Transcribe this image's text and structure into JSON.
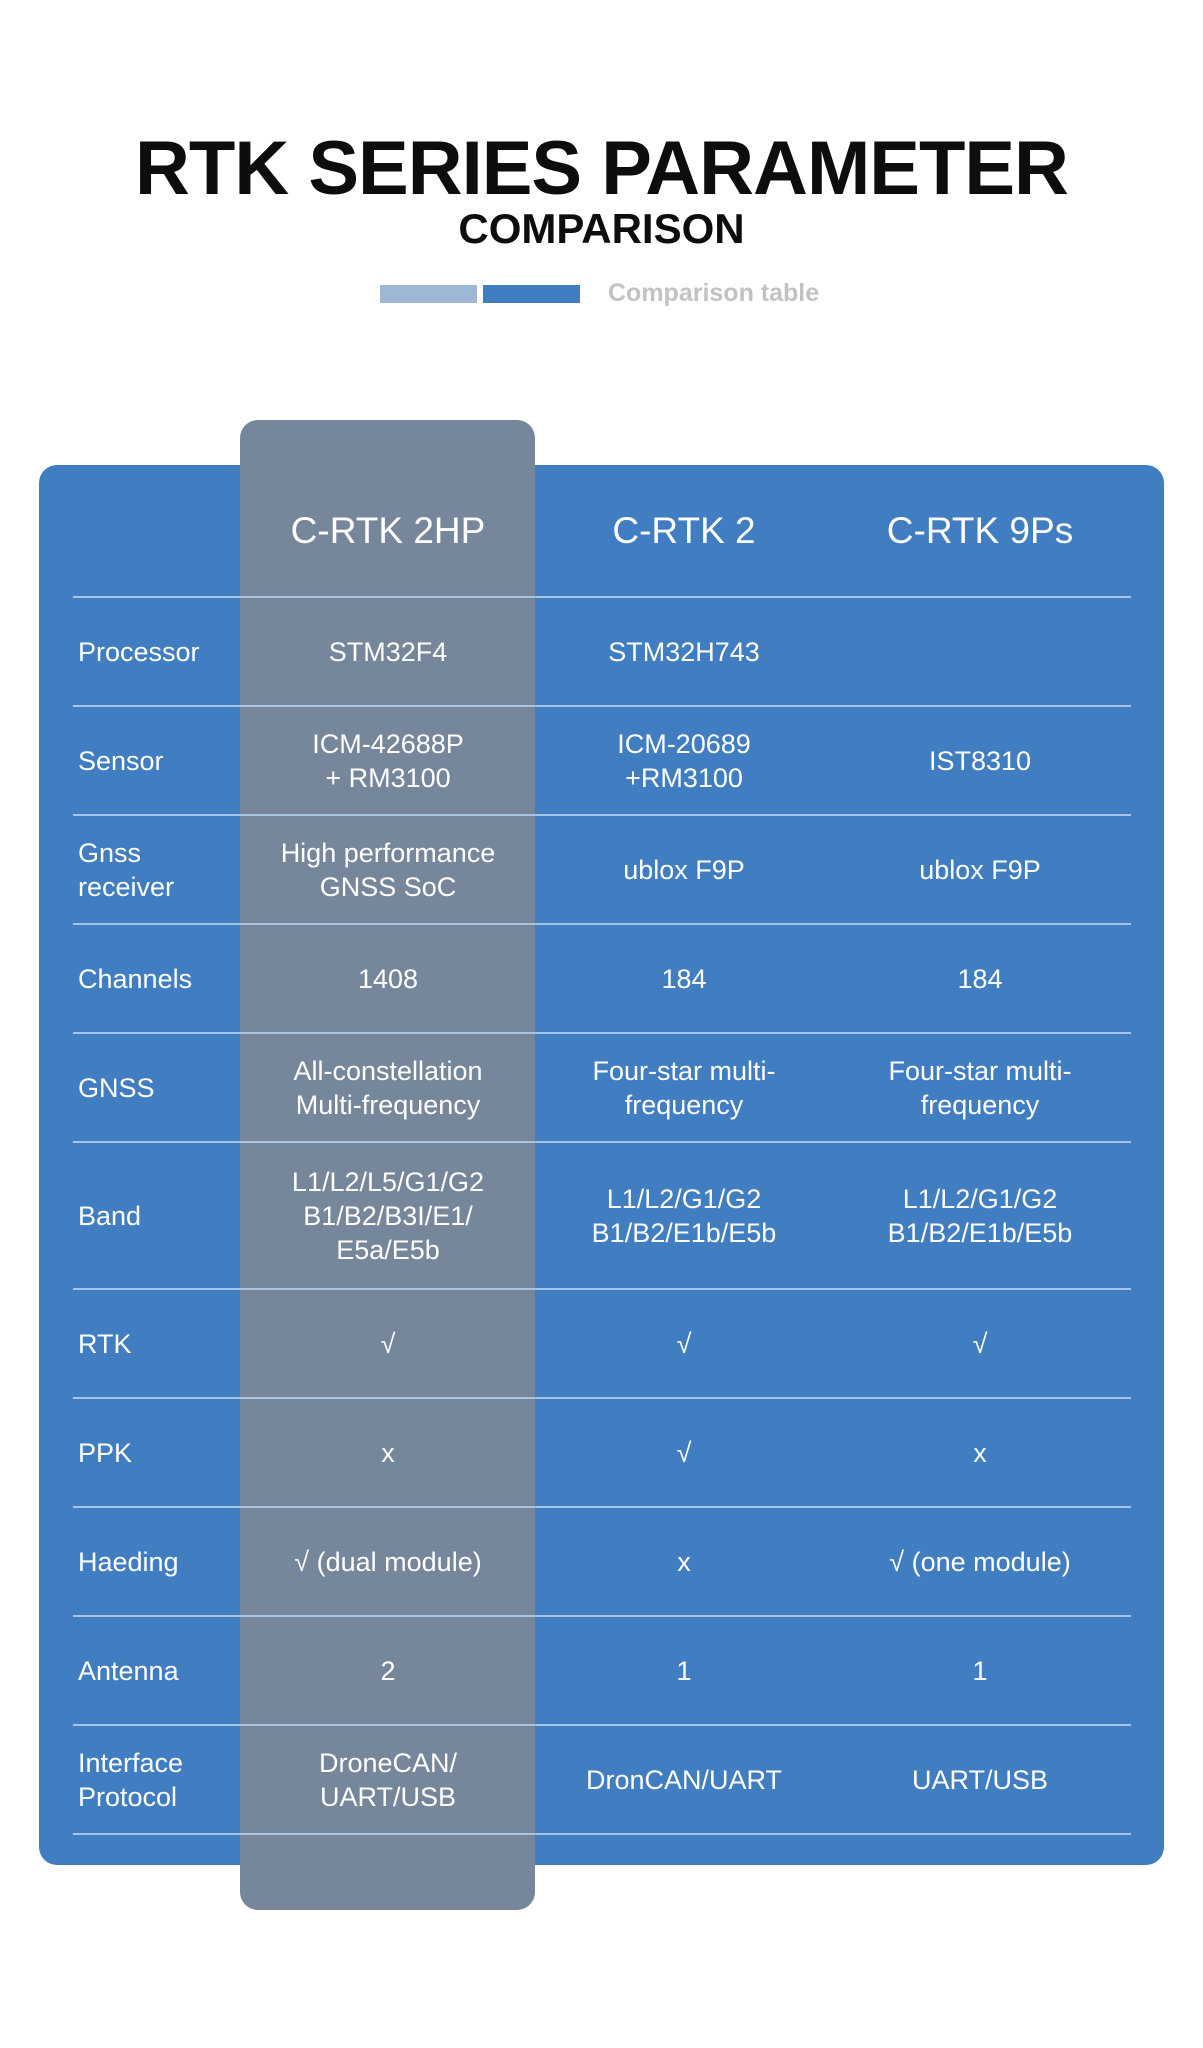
{
  "header": {
    "title": "RTK SERIES PARAMETER",
    "subtitle": "COMPARISON",
    "caption": "Comparison table"
  },
  "colors": {
    "panel_blue": "#417dc1",
    "highlight_gray": "#76869b",
    "bar_light": "#9db8d6",
    "bar_dark": "#417dc1",
    "divider": "#a9c3e3",
    "caption_gray": "#c2c2c2"
  },
  "table": {
    "columns": [
      "C-RTK 2HP",
      "C-RTK 2",
      "C-RTK 9Ps"
    ],
    "highlighted_column": 0,
    "rows": [
      {
        "label": "Processor",
        "values": [
          "STM32F4",
          "STM32H743",
          ""
        ]
      },
      {
        "label": "Sensor",
        "values": [
          "ICM-42688P\n+ RM3100",
          "ICM-20689\n+RM3100",
          "IST8310"
        ]
      },
      {
        "label": "Gnss\nreceiver",
        "values": [
          "High performance\nGNSS SoC",
          "ublox F9P",
          "ublox F9P"
        ]
      },
      {
        "label": "Channels",
        "values": [
          "1408",
          "184",
          "184"
        ]
      },
      {
        "label": "GNSS",
        "values": [
          "All-constellation\nMulti-frequency",
          "Four-star multi-\nfrequency",
          "Four-star multi-\nfrequency"
        ]
      },
      {
        "label": "Band",
        "values": [
          "L1/L2/L5/G1/G2\nB1/B2/B3I/E1/\nE5a/E5b",
          "L1/L2/G1/G2\nB1/B2/E1b/E5b",
          "L1/L2/G1/G2\nB1/B2/E1b/E5b"
        ]
      },
      {
        "label": "RTK",
        "values": [
          "√",
          "√",
          "√"
        ]
      },
      {
        "label": "PPK",
        "values": [
          "x",
          "√",
          "x"
        ]
      },
      {
        "label": "Haeding",
        "values": [
          "√ (dual module)",
          "x",
          "√ (one module)"
        ]
      },
      {
        "label": "Antenna",
        "values": [
          "2",
          "1",
          "1"
        ]
      },
      {
        "label": "Interface\nProtocol",
        "values": [
          "DroneCAN/\nUART/USB",
          "DronCAN/UART",
          "UART/USB"
        ]
      }
    ]
  }
}
